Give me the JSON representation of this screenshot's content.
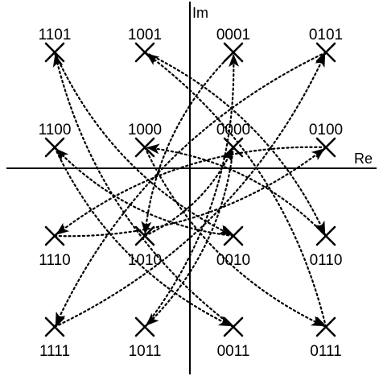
{
  "axes": {
    "x_label": "Re",
    "y_label": "Im"
  },
  "constellation": {
    "points": [
      {
        "label": "1101",
        "col": 0,
        "row": 0,
        "label_pos": "above"
      },
      {
        "label": "1001",
        "col": 1,
        "row": 0,
        "label_pos": "above"
      },
      {
        "label": "0001",
        "col": 2,
        "row": 0,
        "label_pos": "above"
      },
      {
        "label": "0101",
        "col": 3,
        "row": 0,
        "label_pos": "above"
      },
      {
        "label": "1100",
        "col": 0,
        "row": 1,
        "label_pos": "above"
      },
      {
        "label": "1000",
        "col": 1,
        "row": 1,
        "label_pos": "above"
      },
      {
        "label": "0000",
        "col": 2,
        "row": 1,
        "label_pos": "above"
      },
      {
        "label": "0100",
        "col": 3,
        "row": 1,
        "label_pos": "above"
      },
      {
        "label": "1110",
        "col": 0,
        "row": 2,
        "label_pos": "below"
      },
      {
        "label": "1010",
        "col": 1,
        "row": 2,
        "label_pos": "below"
      },
      {
        "label": "0010",
        "col": 2,
        "row": 2,
        "label_pos": "below"
      },
      {
        "label": "0110",
        "col": 3,
        "row": 2,
        "label_pos": "below"
      },
      {
        "label": "1111",
        "col": 0,
        "row": 3,
        "label_pos": "below"
      },
      {
        "label": "1011",
        "col": 1,
        "row": 3,
        "label_pos": "below"
      },
      {
        "label": "0011",
        "col": 2,
        "row": 3,
        "label_pos": "below"
      },
      {
        "label": "0111",
        "col": 3,
        "row": 3,
        "label_pos": "below"
      }
    ]
  },
  "mappings": [
    {
      "from": "1011",
      "to": "0001"
    },
    {
      "from": "1111",
      "to": "0101"
    },
    {
      "from": "1110",
      "to": "0100"
    },
    {
      "from": "1010",
      "to": "0000"
    },
    {
      "from": "0001",
      "to": "1010"
    },
    {
      "from": "0100",
      "to": "1110"
    },
    {
      "from": "0101",
      "to": "1111"
    },
    {
      "from": "0000",
      "to": "1011"
    },
    {
      "from": "0011",
      "to": "1101"
    },
    {
      "from": "0010",
      "to": "1100"
    },
    {
      "from": "0110",
      "to": "1000"
    },
    {
      "from": "0111",
      "to": "1001"
    },
    {
      "from": "1101",
      "to": "0010"
    },
    {
      "from": "1100",
      "to": "0011"
    },
    {
      "from": "1001",
      "to": "0110"
    },
    {
      "from": "1000",
      "to": "0111"
    }
  ]
}
